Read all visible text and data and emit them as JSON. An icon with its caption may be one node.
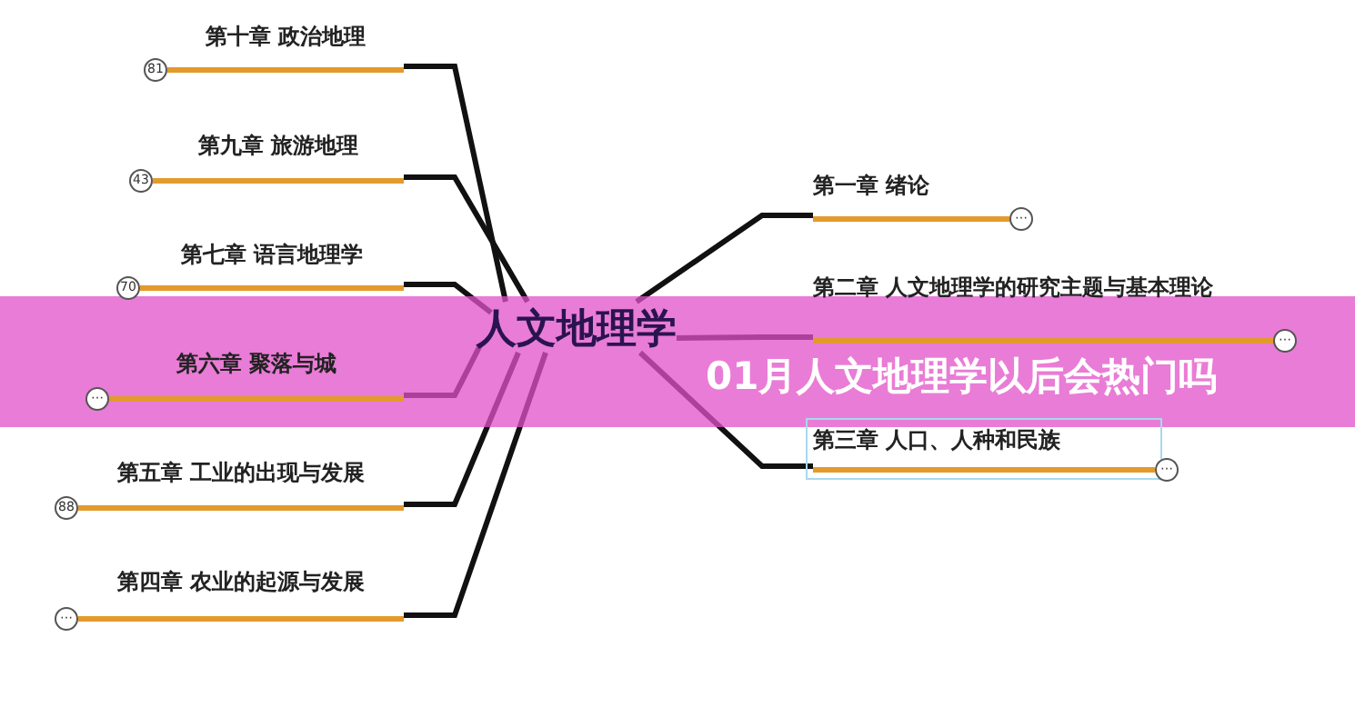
{
  "diagram": {
    "title": "01月人文地理学以后会热门吗",
    "nodes": [
      {
        "text": [
          "人文地理学"
        ]
      },
      {
        "text": [
          "第十章 政治地理"
        ],
        "beside": [
          "81"
        ]
      },
      {
        "text": [
          "第九章 旅游地理"
        ],
        "beside": [
          "43"
        ]
      },
      {
        "text": [
          "第七章 语言地理学"
        ],
        "beside": [
          "70"
        ]
      },
      {
        "text": [
          "第六章 聚落与城"
        ],
        "beside": [
          "⋯"
        ]
      },
      {
        "text": [
          "第五章 工业的出现与发展"
        ],
        "beside": [
          "88"
        ]
      },
      {
        "text": [
          "第四章 农业的起源与发展"
        ],
        "beside": [
          "⋯"
        ]
      },
      {
        "text": [
          "第一章 绪论"
        ],
        "beside": [
          "⋯"
        ]
      },
      {
        "text": [
          "第二章 人文地理学的研究主题与基本理论"
        ],
        "beside": [
          "⋯"
        ]
      },
      {
        "text": [
          "第三章 人口、人种和民族"
        ],
        "beside": [
          "⋯"
        ]
      }
    ],
    "edges": [
      {
        "from": 0,
        "to": 1,
        "arrow": "none"
      },
      {
        "from": 0,
        "to": 2,
        "arrow": "none"
      },
      {
        "from": 0,
        "to": 3,
        "arrow": "none"
      },
      {
        "from": 0,
        "to": 4,
        "arrow": "none"
      },
      {
        "from": 0,
        "to": 5,
        "arrow": "none"
      },
      {
        "from": 0,
        "to": 6,
        "arrow": "none"
      },
      {
        "from": 0,
        "to": 7,
        "arrow": "none"
      },
      {
        "from": 0,
        "to": 8,
        "arrow": "none"
      },
      {
        "from": 0,
        "to": 9,
        "arrow": "none"
      }
    ]
  }
}
